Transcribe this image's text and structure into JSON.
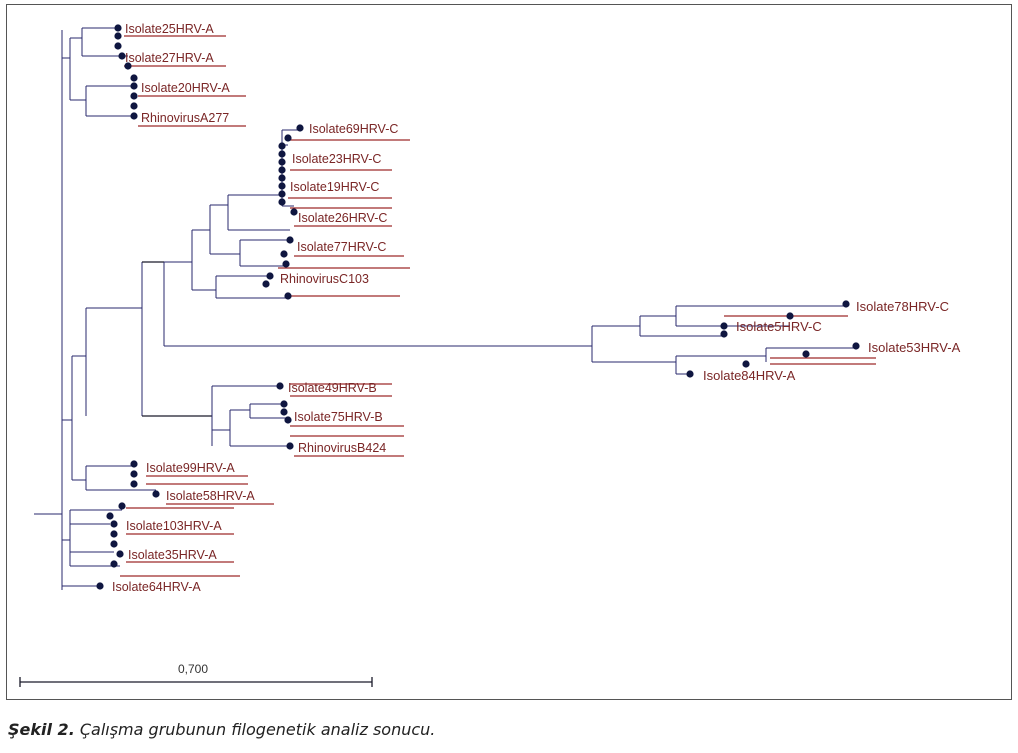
{
  "leaves": [
    "Isolate25HRV-A",
    "Isolate27HRV-A",
    "Isolate20HRV-A",
    "RhinovirusA277",
    "Isolate69HRV-C",
    "Isolate23HRV-C",
    "Isolate19HRV-C",
    "Isolate26HRV-C",
    "Isolate77HRV-C",
    "RhinovirusC103",
    "Isolate49HRV-B",
    "Isolate75HRV-B",
    "RhinovirusB424",
    "Isolate99HRV-A",
    "Isolate58HRV-A",
    "Isolate103HRV-A",
    "Isolate35HRV-A",
    "Isolate64HRV-A",
    "Isolate78HRV-C",
    "Isolate5HRV-C",
    "Isolate53HRV-A",
    "Isolate84HRV-A"
  ],
  "scale": {
    "label": "0,700"
  },
  "caption": {
    "label": "Şekil 2.",
    "text": " Çalışma grubunun filogenetik analiz sonucu."
  }
}
